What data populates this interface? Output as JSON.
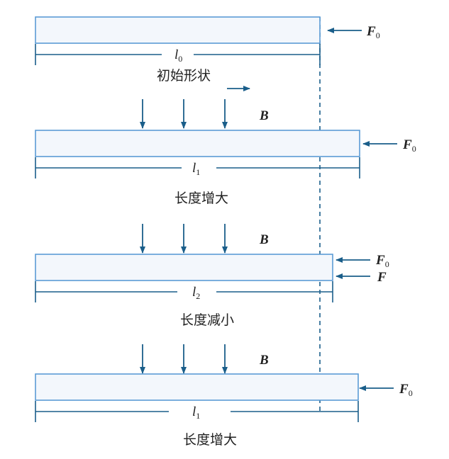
{
  "stages": [
    {
      "caption": "初始形状",
      "length_label": "l",
      "length_sub": "0",
      "force_labels": [
        {
          "main": "F",
          "sub": "0"
        }
      ],
      "field_label": ""
    },
    {
      "caption": "长度增大",
      "length_label": "l",
      "length_sub": "1",
      "force_labels": [
        {
          "main": "F",
          "sub": "0"
        }
      ],
      "field_label": "B"
    },
    {
      "caption": "长度减小",
      "length_label": "l",
      "length_sub": "2",
      "force_labels": [
        {
          "main": "F",
          "sub": "0"
        },
        {
          "main": "F",
          "sub": ""
        }
      ],
      "field_label": "B"
    },
    {
      "caption": "长度增大",
      "length_label": "l",
      "length_sub": "1",
      "force_labels": [
        {
          "main": "F",
          "sub": "0"
        }
      ],
      "field_label": "B"
    }
  ],
  "colors": {
    "bar_stroke": "#5b9bd5",
    "bar_fill": "#f3f7fc",
    "line": "#1a5e8a"
  }
}
